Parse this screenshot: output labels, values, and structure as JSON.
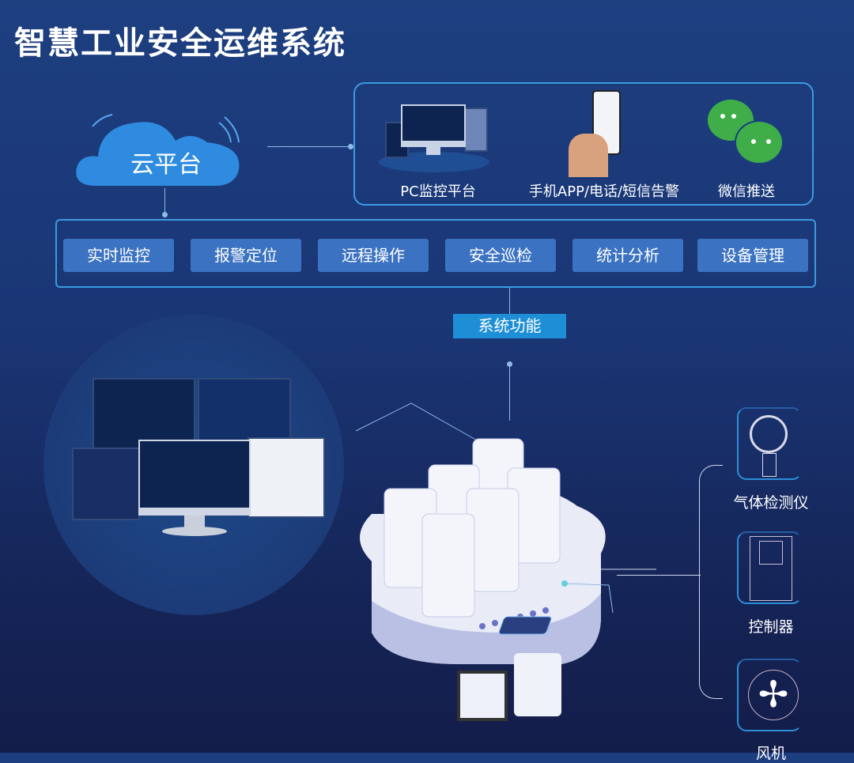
{
  "title": "智慧工业安全运维系统",
  "cloud_label": "云平台",
  "channels": [
    {
      "label": "PC监控平台",
      "icon": "monitor-icon"
    },
    {
      "label": "手机APP/电话/短信告警",
      "icon": "phone-icon"
    },
    {
      "label": "微信推送",
      "icon": "wechat-icon"
    }
  ],
  "functions": [
    "实时监控",
    "报警定位",
    "远程操作",
    "安全巡检",
    "统计分析",
    "设备管理"
  ],
  "functions_label": "系统功能",
  "devices": [
    {
      "label": "气体检测仪",
      "icon": "gas-detector-icon"
    },
    {
      "label": "控制器",
      "icon": "controller-icon"
    },
    {
      "label": "风机",
      "icon": "fan-icon"
    }
  ],
  "colors": {
    "accent": "#3a9be0",
    "button": "#3b73c2",
    "wechat": "#3fae49"
  }
}
